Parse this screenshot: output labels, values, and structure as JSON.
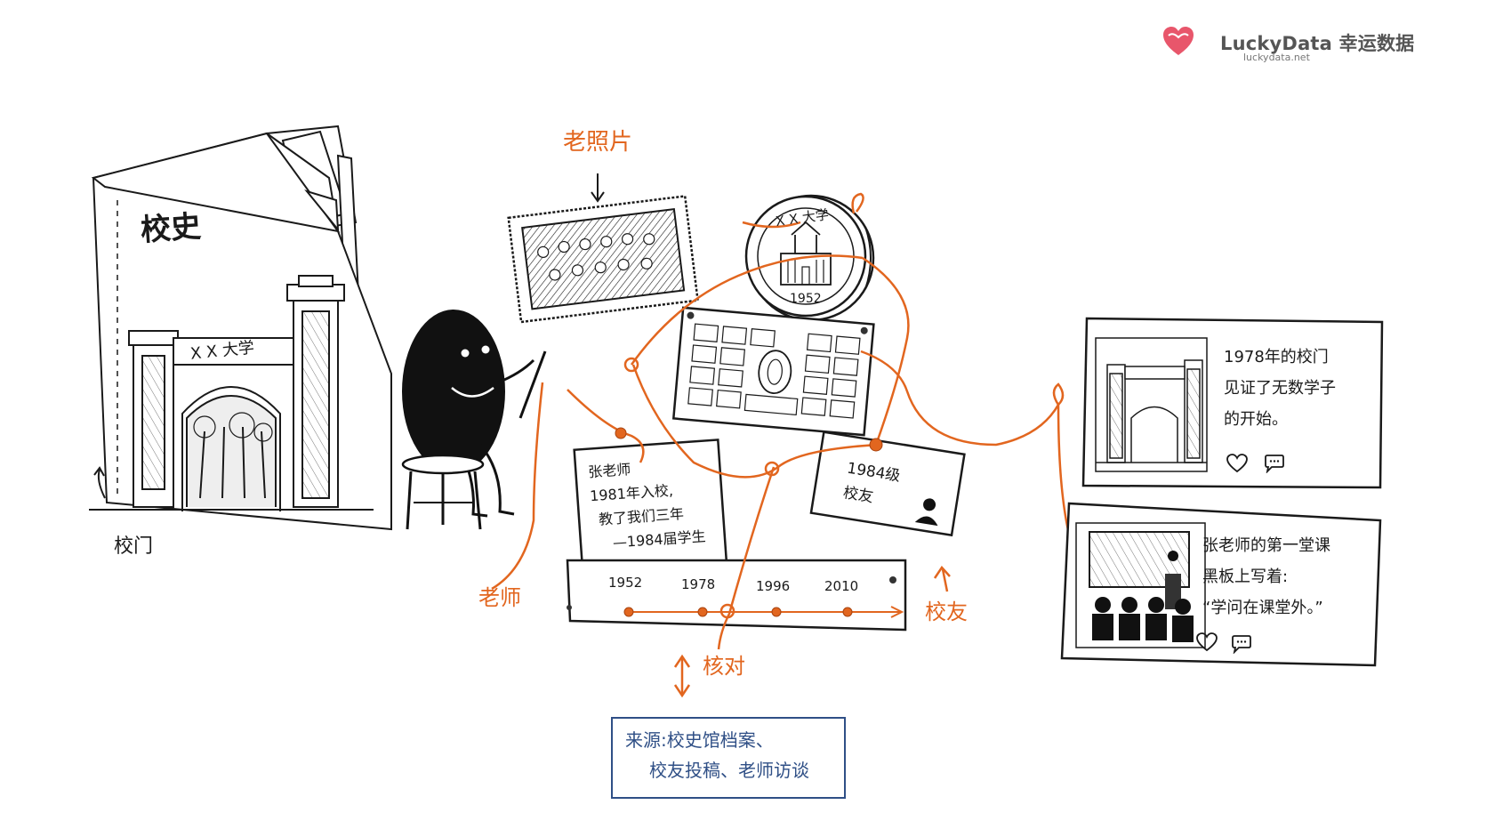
{
  "brand": {
    "name": "LuckyData 幸运数据",
    "url": "luckydata.net",
    "accent": "#e8566b"
  },
  "colors": {
    "thread": "#e2661f",
    "ink": "#1a1a1a",
    "source_box": "#2f4f86"
  },
  "folder": {
    "title": "校史",
    "gate_sign": "X X 大学",
    "caption": "校门"
  },
  "labels": {
    "old_photo": "老照片",
    "teacher": "老师",
    "alumni": "校友",
    "verify": "核对"
  },
  "emblem": {
    "ring_text": "X X 大学",
    "year": "1952"
  },
  "teacher_note": {
    "lines": [
      "张老师",
      "1981年入校,",
      "教了我们三年",
      "—1984届学生"
    ]
  },
  "alumni_card": {
    "lines": [
      "1984级",
      "校友"
    ],
    "icon": "person-icon"
  },
  "timeline": {
    "years": [
      "1952",
      "1978",
      "1996",
      "2010"
    ]
  },
  "source": {
    "line1": "来源:校史馆档案、",
    "line2": "校友投稿、老师访谈"
  },
  "posts": [
    {
      "lines": [
        "1978年的校门",
        "见证了无数学子",
        "的开始。"
      ],
      "icons": [
        "heart-icon",
        "comment-icon"
      ]
    },
    {
      "lines": [
        "张老师的第一堂课",
        "黑板上写着:",
        "“学问在课堂外。”"
      ],
      "icons": [
        "heart-icon",
        "comment-icon"
      ]
    }
  ]
}
